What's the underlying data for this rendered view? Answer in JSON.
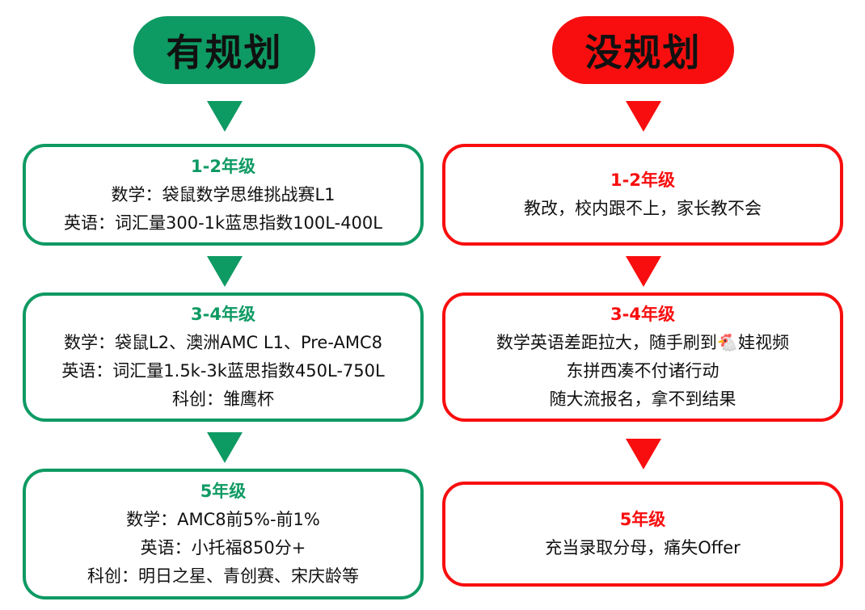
{
  "left": {
    "title": "有规划",
    "stages": [
      {
        "grade": "1-2年级",
        "lines": [
          "数学：袋鼠数学思维挑战赛L1",
          "英语：词汇量300-1k蓝思指数100L-400L"
        ]
      },
      {
        "grade": "3-4年级",
        "lines": [
          "数学：袋鼠L2、澳洲AMC L1、Pre-AMC8",
          "英语：词汇量1.5k-3k蓝思指数450L-750L",
          "科创：雏鹰杯"
        ]
      },
      {
        "grade": "5年级",
        "lines": [
          "数学：AMC8前5%-前1%",
          "英语：小托福850分+",
          "科创：明日之星、青创赛、宋庆龄等"
        ]
      }
    ]
  },
  "right": {
    "title": "没规划",
    "stages": [
      {
        "grade": "1-2年级",
        "lines": [
          "教改，校内跟不上，家长教不会"
        ]
      },
      {
        "grade": "3-4年级",
        "lines": [
          "数学英语差距拉大，随手刷到🐔娃视频",
          "东拼西凑不付诸行动",
          "随大流报名，拿不到结果"
        ]
      },
      {
        "grade": "5年级",
        "lines": [
          "充当录取分母，痛失Offer"
        ]
      }
    ]
  },
  "colors": {
    "plan": "#0e9a63",
    "no_plan": "#f80e0e"
  }
}
